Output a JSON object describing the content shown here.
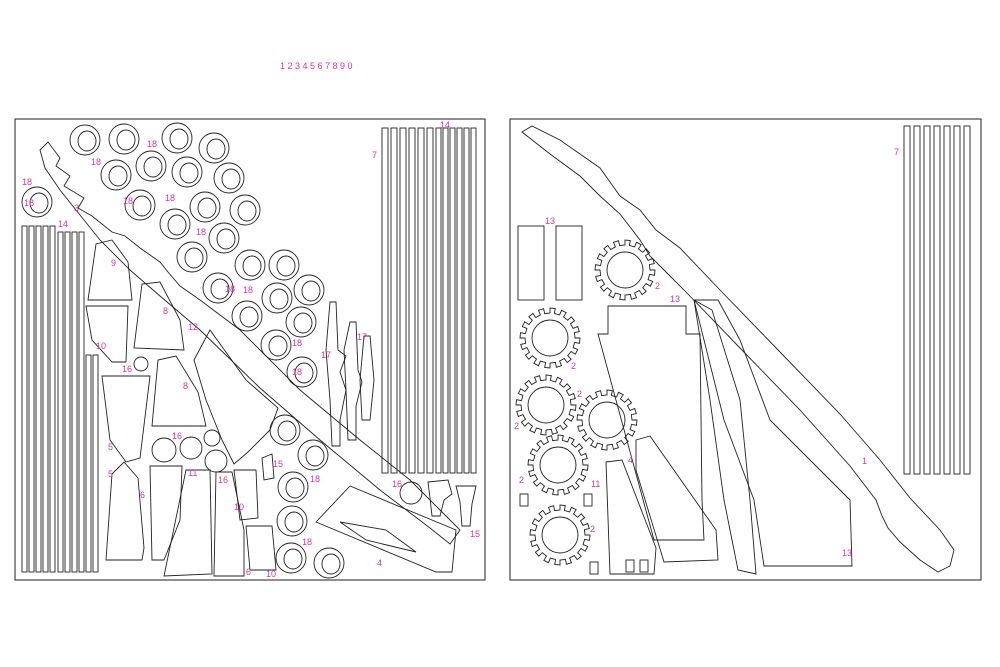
{
  "header": {
    "digits": "1 2 3 4 5 6 7 8 9 0"
  },
  "colors": {
    "label": "#e0309a",
    "cut": "#222222"
  },
  "sheet_left": {
    "labels": [
      "18",
      "18",
      "18",
      "18",
      "18",
      "18",
      "18",
      "18",
      "18",
      "18",
      "18",
      "18",
      "18",
      "3",
      "14",
      "14",
      "7",
      "9",
      "8",
      "12",
      "8",
      "10",
      "16",
      "5",
      "5",
      "6",
      "6",
      "11",
      "16",
      "16",
      "10",
      "10",
      "15",
      "17",
      "17",
      "16",
      "15",
      "4"
    ]
  },
  "sheet_right": {
    "labels": [
      "7",
      "13",
      "13",
      "2",
      "2",
      "2",
      "2",
      "2",
      "2",
      "4",
      "11",
      "13",
      "1"
    ]
  }
}
